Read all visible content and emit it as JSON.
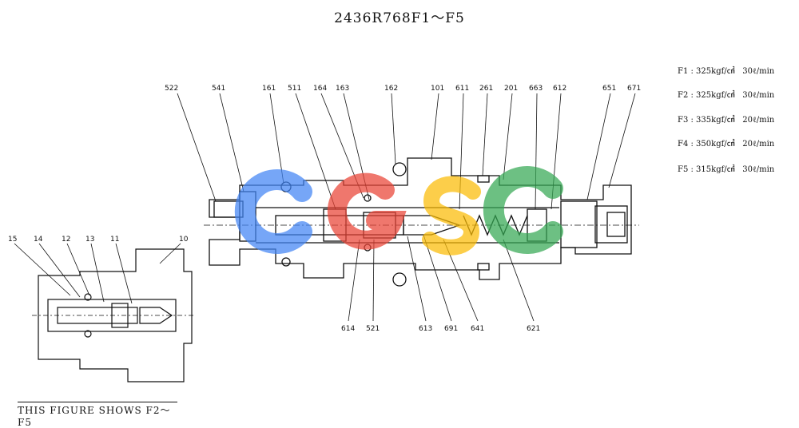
{
  "title": "2436R768F1～F5",
  "specs": [
    {
      "variant": "F1 :",
      "pressure": "325kgf/㎠",
      "flow": "30ℓ/min"
    },
    {
      "variant": "F2 :",
      "pressure": "325kgf/㎠",
      "flow": "30ℓ/min"
    },
    {
      "variant": "F3 :",
      "pressure": "335kgf/㎠",
      "flow": "20ℓ/min"
    },
    {
      "variant": "F4 :",
      "pressure": "350kgf/㎠",
      "flow": "20ℓ/min"
    },
    {
      "variant": "F5 :",
      "pressure": "315kgf/㎠",
      "flow": "30ℓ/min"
    }
  ],
  "caption": "THIS FIGURE SHOWS F2～F5",
  "part_labels_top": [
    "522",
    "541",
    "161",
    "511",
    "164",
    "163",
    "162",
    "101",
    "611",
    "261",
    "201",
    "663",
    "612",
    "651",
    "671"
  ],
  "part_labels_bottom": [
    "614",
    "521",
    "613",
    "691",
    "641",
    "621"
  ],
  "part_labels_small": [
    "15",
    "14",
    "12",
    "13",
    "11",
    "10"
  ],
  "watermark": {
    "letters": [
      "C",
      "G",
      "S",
      "C"
    ],
    "colors": [
      "#4285F4",
      "#EA4335",
      "#FBBC05",
      "#34A853"
    ]
  }
}
